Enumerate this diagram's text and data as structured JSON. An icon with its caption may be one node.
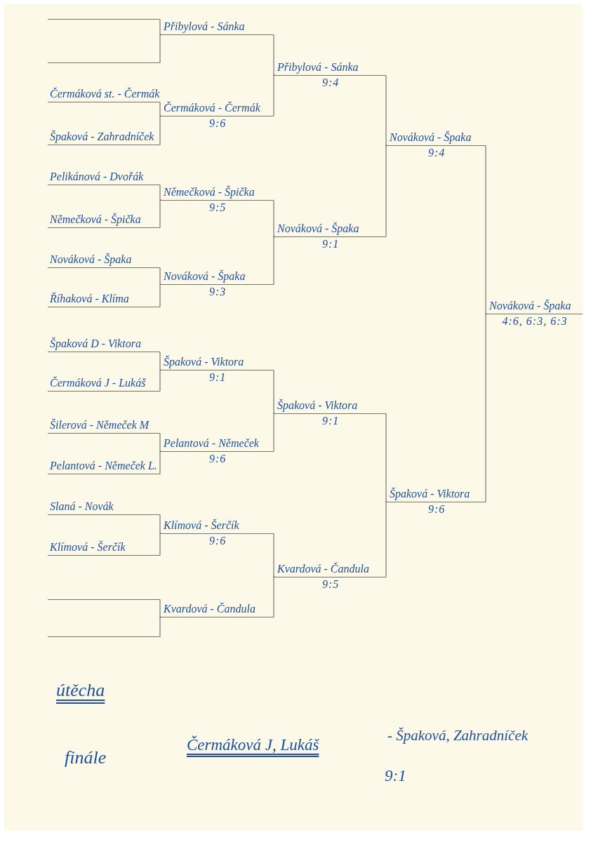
{
  "diagram": {
    "nodes": [
      {
        "text": [],
        "shape": "line"
      },
      {
        "text": [],
        "shape": "line"
      },
      {
        "text": [
          "Čermáková st. - Čermák"
        ]
      },
      {
        "text": [
          "Špaková - Zahradníček"
        ]
      },
      {
        "text": [
          "Pelikánová - Dvořák"
        ]
      },
      {
        "text": [
          "Němečková - Špička"
        ]
      },
      {
        "text": [
          "Nováková - Špaka"
        ]
      },
      {
        "text": [
          "Říhaková - Klíma"
        ]
      },
      {
        "text": [
          "Špaková D - Viktora"
        ]
      },
      {
        "text": [
          "Čermáková J - Lukáš"
        ]
      },
      {
        "text": [
          "Šilerová - Němeček M"
        ]
      },
      {
        "text": [
          "Pelantová - Němeček L."
        ]
      },
      {
        "text": [
          "Slaná - Novák"
        ]
      },
      {
        "text": [
          "Klímová - Šerčík"
        ]
      },
      {
        "text": [],
        "shape": "line"
      },
      {
        "text": [],
        "shape": "line"
      },
      {
        "text": [
          "Přibylová - Sánka"
        ]
      },
      {
        "text": [
          "Čermáková - Čermák"
        ],
        "beside": [
          "9:6"
        ]
      },
      {
        "text": [
          "Němečková - Špička"
        ],
        "beside": [
          "9:5"
        ]
      },
      {
        "text": [
          "Nováková - Špaka"
        ],
        "beside": [
          "9:3"
        ]
      },
      {
        "text": [
          "Špaková - Viktora"
        ],
        "beside": [
          "9:1"
        ]
      },
      {
        "text": [
          "Pelantová - Němeček"
        ],
        "beside": [
          "9:6"
        ]
      },
      {
        "text": [
          "Klímová - Šerčík"
        ],
        "beside": [
          "9:6"
        ]
      },
      {
        "text": [
          "Kvardová - Čandula"
        ]
      },
      {
        "text": [
          "Přibylová - Sánka"
        ],
        "beside": [
          "9:4"
        ]
      },
      {
        "text": [
          "Nováková - Špaka"
        ],
        "beside": [
          "9:1"
        ]
      },
      {
        "text": [
          "Špaková - Viktora"
        ],
        "beside": [
          "9:1"
        ]
      },
      {
        "text": [
          "Kvardová - Čandula"
        ],
        "beside": [
          "9:5"
        ]
      },
      {
        "text": [
          "Nováková - Špaka"
        ],
        "beside": [
          "9:4"
        ]
      },
      {
        "text": [
          "Špaková - Viktora"
        ],
        "beside": [
          "9:6"
        ]
      },
      {
        "text": [
          "Nováková - Špaka"
        ],
        "beside": [
          "4:6, 6:3, 6:3"
        ]
      }
    ],
    "edges": [
      {
        "from": 0,
        "to": 16,
        "arrow": "none"
      },
      {
        "from": 1,
        "to": 16,
        "arrow": "none"
      },
      {
        "from": 2,
        "to": 17,
        "arrow": "none"
      },
      {
        "from": 3,
        "to": 17,
        "arrow": "none"
      },
      {
        "from": 4,
        "to": 18,
        "arrow": "none"
      },
      {
        "from": 5,
        "to": 18,
        "arrow": "none"
      },
      {
        "from": 6,
        "to": 19,
        "arrow": "none"
      },
      {
        "from": 7,
        "to": 19,
        "arrow": "none"
      },
      {
        "from": 8,
        "to": 20,
        "arrow": "none"
      },
      {
        "from": 9,
        "to": 20,
        "arrow": "none"
      },
      {
        "from": 10,
        "to": 21,
        "arrow": "none"
      },
      {
        "from": 11,
        "to": 21,
        "arrow": "none"
      },
      {
        "from": 12,
        "to": 22,
        "arrow": "none"
      },
      {
        "from": 13,
        "to": 22,
        "arrow": "none"
      },
      {
        "from": 14,
        "to": 23,
        "arrow": "none"
      },
      {
        "from": 15,
        "to": 23,
        "arrow": "none"
      },
      {
        "from": 16,
        "to": 24,
        "arrow": "none"
      },
      {
        "from": 17,
        "to": 24,
        "arrow": "none"
      },
      {
        "from": 18,
        "to": 25,
        "arrow": "none"
      },
      {
        "from": 19,
        "to": 25,
        "arrow": "none"
      },
      {
        "from": 20,
        "to": 26,
        "arrow": "none"
      },
      {
        "from": 21,
        "to": 26,
        "arrow": "none"
      },
      {
        "from": 22,
        "to": 27,
        "arrow": "none"
      },
      {
        "from": 23,
        "to": 27,
        "arrow": "none"
      },
      {
        "from": 24,
        "to": 28,
        "arrow": "none"
      },
      {
        "from": 25,
        "to": 28,
        "arrow": "none"
      },
      {
        "from": 26,
        "to": 29,
        "arrow": "none"
      },
      {
        "from": 27,
        "to": 29,
        "arrow": "none"
      },
      {
        "from": 28,
        "to": 30,
        "arrow": "none"
      },
      {
        "from": 29,
        "to": 30,
        "arrow": "none"
      }
    ],
    "labels": [
      "útěcha",
      "finále",
      "Čermáková J, Lukáš",
      "- Špaková, Zahradníček",
      "9:1"
    ]
  }
}
